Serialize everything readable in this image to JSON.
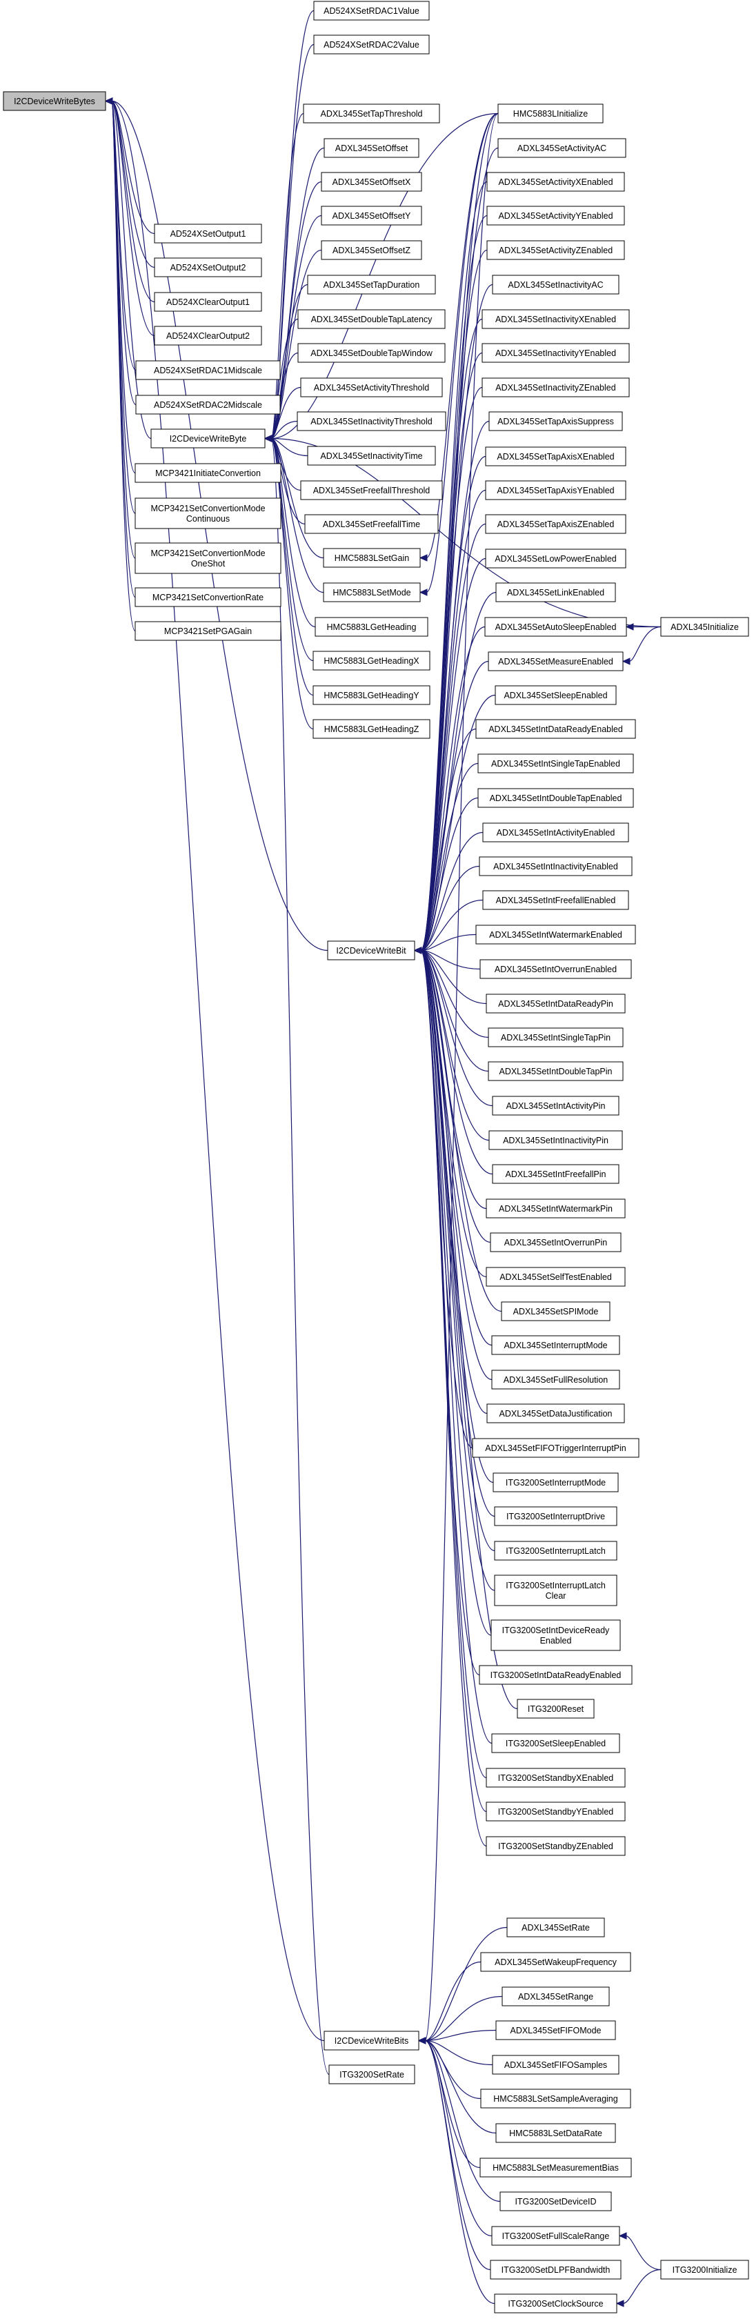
{
  "graph": {
    "colors": {
      "edge": "#191970",
      "root_fill": "#bfbfbf",
      "node_fill": "#ffffff",
      "node_stroke": "#000000"
    },
    "nodes": [
      {
        "id": "root",
        "lines": [
          "I2CDeviceWriteBytes"
        ],
        "root": true
      },
      {
        "id": "a_ad1",
        "lines": [
          "AD524XSetOutput1"
        ]
      },
      {
        "id": "a_ad2",
        "lines": [
          "AD524XSetOutput2"
        ]
      },
      {
        "id": "a_adc1",
        "lines": [
          "AD524XClearOutput1"
        ]
      },
      {
        "id": "a_adc2",
        "lines": [
          "AD524XClearOutput2"
        ]
      },
      {
        "id": "a_rdac1m",
        "lines": [
          "AD524XSetRDAC1Midscale"
        ]
      },
      {
        "id": "a_rdac2m",
        "lines": [
          "AD524XSetRDAC2Midscale"
        ]
      },
      {
        "id": "wbyte",
        "lines": [
          "I2CDeviceWriteByte"
        ]
      },
      {
        "id": "m_init",
        "lines": [
          "MCP3421InitiateConvertion"
        ]
      },
      {
        "id": "m_cont",
        "lines": [
          "MCP3421SetConvertionMode",
          "Continuous"
        ]
      },
      {
        "id": "m_one",
        "lines": [
          "MCP3421SetConvertionMode",
          "OneShot"
        ]
      },
      {
        "id": "m_rate",
        "lines": [
          "MCP3421SetConvertionRate"
        ]
      },
      {
        "id": "m_pga",
        "lines": [
          "MCP3421SetPGAGain"
        ]
      },
      {
        "id": "b_rdac1v",
        "lines": [
          "AD524XSetRDAC1Value"
        ]
      },
      {
        "id": "b_rdac2v",
        "lines": [
          "AD524XSetRDAC2Value"
        ]
      },
      {
        "id": "b_tapth",
        "lines": [
          "ADXL345SetTapThreshold"
        ]
      },
      {
        "id": "b_off",
        "lines": [
          "ADXL345SetOffset"
        ]
      },
      {
        "id": "b_offx",
        "lines": [
          "ADXL345SetOffsetX"
        ]
      },
      {
        "id": "b_offy",
        "lines": [
          "ADXL345SetOffsetY"
        ]
      },
      {
        "id": "b_offz",
        "lines": [
          "ADXL345SetOffsetZ"
        ]
      },
      {
        "id": "b_tapdur",
        "lines": [
          "ADXL345SetTapDuration"
        ]
      },
      {
        "id": "b_dtlat",
        "lines": [
          "ADXL345SetDoubleTapLatency"
        ]
      },
      {
        "id": "b_dtwin",
        "lines": [
          "ADXL345SetDoubleTapWindow"
        ]
      },
      {
        "id": "b_actth",
        "lines": [
          "ADXL345SetActivityThreshold"
        ]
      },
      {
        "id": "b_inactth",
        "lines": [
          "ADXL345SetInactivityThreshold"
        ]
      },
      {
        "id": "b_inactt",
        "lines": [
          "ADXL345SetInactivityTime"
        ]
      },
      {
        "id": "b_ffth",
        "lines": [
          "ADXL345SetFreefallThreshold"
        ]
      },
      {
        "id": "b_fft",
        "lines": [
          "ADXL345SetFreefallTime"
        ]
      },
      {
        "id": "h_gain",
        "lines": [
          "HMC5883LSetGain"
        ]
      },
      {
        "id": "h_mode",
        "lines": [
          "HMC5883LSetMode"
        ]
      },
      {
        "id": "h_head",
        "lines": [
          "HMC5883LGetHeading"
        ]
      },
      {
        "id": "h_hx",
        "lines": [
          "HMC5883LGetHeadingX"
        ]
      },
      {
        "id": "h_hy",
        "lines": [
          "HMC5883LGetHeadingY"
        ]
      },
      {
        "id": "h_hz",
        "lines": [
          "HMC5883LGetHeadingZ"
        ]
      },
      {
        "id": "wbit",
        "lines": [
          "I2CDeviceWriteBit"
        ]
      },
      {
        "id": "wbits",
        "lines": [
          "I2CDeviceWriteBits"
        ]
      },
      {
        "id": "i_rate",
        "lines": [
          "ITG3200SetRate"
        ]
      },
      {
        "id": "h_init",
        "lines": [
          "HMC5883LInitialize"
        ]
      },
      {
        "id": "c_actac",
        "lines": [
          "ADXL345SetActivityAC"
        ]
      },
      {
        "id": "c_actx",
        "lines": [
          "ADXL345SetActivityXEnabled"
        ]
      },
      {
        "id": "c_acty",
        "lines": [
          "ADXL345SetActivityYEnabled"
        ]
      },
      {
        "id": "c_actz",
        "lines": [
          "ADXL345SetActivityZEnabled"
        ]
      },
      {
        "id": "c_inac",
        "lines": [
          "ADXL345SetInactivityAC"
        ]
      },
      {
        "id": "c_inx",
        "lines": [
          "ADXL345SetInactivityXEnabled"
        ]
      },
      {
        "id": "c_iny",
        "lines": [
          "ADXL345SetInactivityYEnabled"
        ]
      },
      {
        "id": "c_inz",
        "lines": [
          "ADXL345SetInactivityZEnabled"
        ]
      },
      {
        "id": "c_tapsup",
        "lines": [
          "ADXL345SetTapAxisSuppress"
        ]
      },
      {
        "id": "c_tapx",
        "lines": [
          "ADXL345SetTapAxisXEnabled"
        ]
      },
      {
        "id": "c_tapy",
        "lines": [
          "ADXL345SetTapAxisYEnabled"
        ]
      },
      {
        "id": "c_tapz",
        "lines": [
          "ADXL345SetTapAxisZEnabled"
        ]
      },
      {
        "id": "c_lowp",
        "lines": [
          "ADXL345SetLowPowerEnabled"
        ]
      },
      {
        "id": "c_link",
        "lines": [
          "ADXL345SetLinkEnabled"
        ]
      },
      {
        "id": "c_autos",
        "lines": [
          "ADXL345SetAutoSleepEnabled"
        ]
      },
      {
        "id": "c_meas",
        "lines": [
          "ADXL345SetMeasureEnabled"
        ]
      },
      {
        "id": "c_sleep",
        "lines": [
          "ADXL345SetSleepEnabled"
        ]
      },
      {
        "id": "c_idr",
        "lines": [
          "ADXL345SetIntDataReadyEnabled"
        ]
      },
      {
        "id": "c_ist",
        "lines": [
          "ADXL345SetIntSingleTapEnabled"
        ]
      },
      {
        "id": "c_idt",
        "lines": [
          "ADXL345SetIntDoubleTapEnabled"
        ]
      },
      {
        "id": "c_iact",
        "lines": [
          "ADXL345SetIntActivityEnabled"
        ]
      },
      {
        "id": "c_iinact",
        "lines": [
          "ADXL345SetIntInactivityEnabled"
        ]
      },
      {
        "id": "c_iff",
        "lines": [
          "ADXL345SetIntFreefallEnabled"
        ]
      },
      {
        "id": "c_iwm",
        "lines": [
          "ADXL345SetIntWatermarkEnabled"
        ]
      },
      {
        "id": "c_iov",
        "lines": [
          "ADXL345SetIntOverrunEnabled"
        ]
      },
      {
        "id": "c_idrp",
        "lines": [
          "ADXL345SetIntDataReadyPin"
        ]
      },
      {
        "id": "c_istp",
        "lines": [
          "ADXL345SetIntSingleTapPin"
        ]
      },
      {
        "id": "c_idtp",
        "lines": [
          "ADXL345SetIntDoubleTapPin"
        ]
      },
      {
        "id": "c_iactp",
        "lines": [
          "ADXL345SetIntActivityPin"
        ]
      },
      {
        "id": "c_iinp",
        "lines": [
          "ADXL345SetIntInactivityPin"
        ]
      },
      {
        "id": "c_iffp",
        "lines": [
          "ADXL345SetIntFreefallPin"
        ]
      },
      {
        "id": "c_iwmp",
        "lines": [
          "ADXL345SetIntWatermarkPin"
        ]
      },
      {
        "id": "c_iovp",
        "lines": [
          "ADXL345SetIntOverrunPin"
        ]
      },
      {
        "id": "c_self",
        "lines": [
          "ADXL345SetSelfTestEnabled"
        ]
      },
      {
        "id": "c_spi",
        "lines": [
          "ADXL345SetSPIMode"
        ]
      },
      {
        "id": "c_intm",
        "lines": [
          "ADXL345SetInterruptMode"
        ]
      },
      {
        "id": "c_fullr",
        "lines": [
          "ADXL345SetFullResolution"
        ]
      },
      {
        "id": "c_dataj",
        "lines": [
          "ADXL345SetDataJustification"
        ]
      },
      {
        "id": "c_fifot",
        "lines": [
          "ADXL345SetFIFOTriggerInterruptPin"
        ]
      },
      {
        "id": "t_intm",
        "lines": [
          "ITG3200SetInterruptMode"
        ]
      },
      {
        "id": "t_intd",
        "lines": [
          "ITG3200SetInterruptDrive"
        ]
      },
      {
        "id": "t_intl",
        "lines": [
          "ITG3200SetInterruptLatch"
        ]
      },
      {
        "id": "t_intlc",
        "lines": [
          "ITG3200SetInterruptLatch",
          "Clear"
        ]
      },
      {
        "id": "t_idre",
        "lines": [
          "ITG3200SetIntDeviceReady",
          "Enabled"
        ]
      },
      {
        "id": "t_idr",
        "lines": [
          "ITG3200SetIntDataReadyEnabled"
        ]
      },
      {
        "id": "t_reset",
        "lines": [
          "ITG3200Reset"
        ]
      },
      {
        "id": "t_sleep",
        "lines": [
          "ITG3200SetSleepEnabled"
        ]
      },
      {
        "id": "t_sx",
        "lines": [
          "ITG3200SetStandbyXEnabled"
        ]
      },
      {
        "id": "t_sy",
        "lines": [
          "ITG3200SetStandbyYEnabled"
        ]
      },
      {
        "id": "t_sz",
        "lines": [
          "ITG3200SetStandbyZEnabled"
        ]
      },
      {
        "id": "d_rate",
        "lines": [
          "ADXL345SetRate"
        ]
      },
      {
        "id": "d_wake",
        "lines": [
          "ADXL345SetWakeupFrequency"
        ]
      },
      {
        "id": "d_range",
        "lines": [
          "ADXL345SetRange"
        ]
      },
      {
        "id": "d_fifom",
        "lines": [
          "ADXL345SetFIFOMode"
        ]
      },
      {
        "id": "d_fifos",
        "lines": [
          "ADXL345SetFIFOSamples"
        ]
      },
      {
        "id": "d_havg",
        "lines": [
          "HMC5883LSetSampleAveraging"
        ]
      },
      {
        "id": "d_hdr",
        "lines": [
          "HMC5883LSetDataRate"
        ]
      },
      {
        "id": "d_hbias",
        "lines": [
          "HMC5883LSetMeasurementBias"
        ]
      },
      {
        "id": "d_tdev",
        "lines": [
          "ITG3200SetDeviceID"
        ]
      },
      {
        "id": "d_tfsr",
        "lines": [
          "ITG3200SetFullScaleRange"
        ]
      },
      {
        "id": "d_tdlpf",
        "lines": [
          "ITG3200SetDLPFBandwidth"
        ]
      },
      {
        "id": "d_tclk",
        "lines": [
          "ITG3200SetClockSource"
        ]
      },
      {
        "id": "x_adxl",
        "lines": [
          "ADXL345Initialize"
        ]
      },
      {
        "id": "x_itg",
        "lines": [
          "ITG3200Initialize"
        ]
      }
    ],
    "edges": [
      [
        "a_ad1",
        "root"
      ],
      [
        "a_ad2",
        "root"
      ],
      [
        "a_adc1",
        "root"
      ],
      [
        "a_adc2",
        "root"
      ],
      [
        "a_rdac1m",
        "root"
      ],
      [
        "a_rdac2m",
        "root"
      ],
      [
        "wbyte",
        "root"
      ],
      [
        "m_init",
        "root"
      ],
      [
        "m_cont",
        "root"
      ],
      [
        "m_one",
        "root"
      ],
      [
        "m_rate",
        "root"
      ],
      [
        "m_pga",
        "root"
      ],
      [
        "b_rdac1v",
        "wbyte"
      ],
      [
        "b_rdac2v",
        "wbyte"
      ],
      [
        "b_tapth",
        "wbyte"
      ],
      [
        "b_off",
        "wbyte"
      ],
      [
        "b_offx",
        "wbyte"
      ],
      [
        "b_offy",
        "wbyte"
      ],
      [
        "b_offz",
        "wbyte"
      ],
      [
        "b_tapdur",
        "wbyte"
      ],
      [
        "b_dtlat",
        "wbyte"
      ],
      [
        "b_dtwin",
        "wbyte"
      ],
      [
        "b_actth",
        "wbyte"
      ],
      [
        "b_inactth",
        "wbyte"
      ],
      [
        "b_inactt",
        "wbyte"
      ],
      [
        "b_ffth",
        "wbyte"
      ],
      [
        "b_fft",
        "wbyte"
      ],
      [
        "h_gain",
        "wbyte"
      ],
      [
        "h_mode",
        "wbyte"
      ],
      [
        "h_head",
        "wbyte"
      ],
      [
        "h_hx",
        "wbyte"
      ],
      [
        "h_hy",
        "wbyte"
      ],
      [
        "h_hz",
        "wbyte"
      ],
      [
        "i_rate",
        "wbyte"
      ],
      [
        "h_init",
        "wbyte"
      ],
      [
        "x_adxl",
        "wbyte"
      ],
      [
        "h_init",
        "h_gain"
      ],
      [
        "h_init",
        "h_mode"
      ],
      [
        "c_actac",
        "wbit"
      ],
      [
        "c_actx",
        "wbit"
      ],
      [
        "c_acty",
        "wbit"
      ],
      [
        "c_actz",
        "wbit"
      ],
      [
        "c_inac",
        "wbit"
      ],
      [
        "c_inx",
        "wbit"
      ],
      [
        "c_iny",
        "wbit"
      ],
      [
        "c_inz",
        "wbit"
      ],
      [
        "c_tapsup",
        "wbit"
      ],
      [
        "c_tapx",
        "wbit"
      ],
      [
        "c_tapy",
        "wbit"
      ],
      [
        "c_tapz",
        "wbit"
      ],
      [
        "c_lowp",
        "wbit"
      ],
      [
        "c_link",
        "wbit"
      ],
      [
        "c_autos",
        "wbit"
      ],
      [
        "c_meas",
        "wbit"
      ],
      [
        "c_sleep",
        "wbit"
      ],
      [
        "c_idr",
        "wbit"
      ],
      [
        "c_ist",
        "wbit"
      ],
      [
        "c_idt",
        "wbit"
      ],
      [
        "c_iact",
        "wbit"
      ],
      [
        "c_iinact",
        "wbit"
      ],
      [
        "c_iff",
        "wbit"
      ],
      [
        "c_iwm",
        "wbit"
      ],
      [
        "c_iov",
        "wbit"
      ],
      [
        "c_idrp",
        "wbit"
      ],
      [
        "c_istp",
        "wbit"
      ],
      [
        "c_idtp",
        "wbit"
      ],
      [
        "c_iactp",
        "wbit"
      ],
      [
        "c_iinp",
        "wbit"
      ],
      [
        "c_iffp",
        "wbit"
      ],
      [
        "c_iwmp",
        "wbit"
      ],
      [
        "c_iovp",
        "wbit"
      ],
      [
        "c_self",
        "wbit"
      ],
      [
        "c_spi",
        "wbit"
      ],
      [
        "c_intm",
        "wbit"
      ],
      [
        "c_fullr",
        "wbit"
      ],
      [
        "c_dataj",
        "wbit"
      ],
      [
        "c_fifot",
        "wbit"
      ],
      [
        "t_intm",
        "wbit"
      ],
      [
        "t_intd",
        "wbit"
      ],
      [
        "t_intl",
        "wbit"
      ],
      [
        "t_intlc",
        "wbit"
      ],
      [
        "t_idre",
        "wbit"
      ],
      [
        "t_idr",
        "wbit"
      ],
      [
        "t_reset",
        "wbit"
      ],
      [
        "t_sleep",
        "wbit"
      ],
      [
        "t_sx",
        "wbit"
      ],
      [
        "t_sy",
        "wbit"
      ],
      [
        "t_sz",
        "wbit"
      ],
      [
        "h_init",
        "wbit"
      ],
      [
        "d_rate",
        "wbits"
      ],
      [
        "d_wake",
        "wbits"
      ],
      [
        "d_range",
        "wbits"
      ],
      [
        "d_fifom",
        "wbits"
      ],
      [
        "d_fifos",
        "wbits"
      ],
      [
        "d_havg",
        "wbits"
      ],
      [
        "d_hdr",
        "wbits"
      ],
      [
        "d_hbias",
        "wbits"
      ],
      [
        "d_tdev",
        "wbits"
      ],
      [
        "d_tfsr",
        "wbits"
      ],
      [
        "d_tdlpf",
        "wbits"
      ],
      [
        "d_tclk",
        "wbits"
      ],
      [
        "h_init",
        "wbits"
      ],
      [
        "wbit",
        "root"
      ],
      [
        "wbits",
        "root"
      ],
      [
        "x_adxl",
        "c_autos"
      ],
      [
        "x_adxl",
        "c_meas"
      ],
      [
        "x_itg",
        "d_tfsr"
      ],
      [
        "x_itg",
        "d_tclk"
      ]
    ]
  }
}
